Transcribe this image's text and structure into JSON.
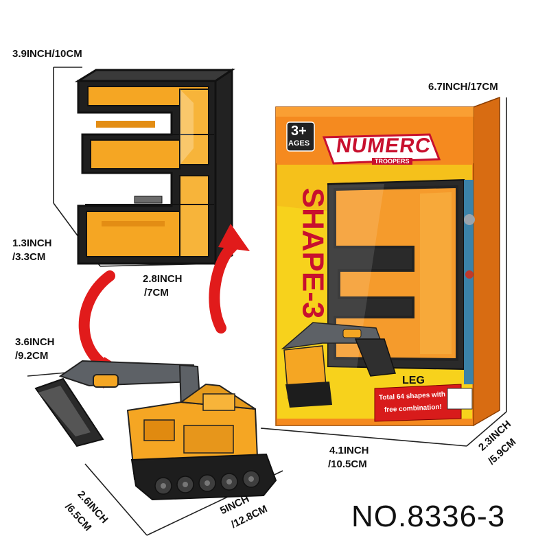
{
  "colors": {
    "toy_orange": "#f5a623",
    "toy_dark": "#2b2b2b",
    "box_orange": "#f58a1f",
    "box_yellow": "#f7d21c",
    "arrow_red": "#e11b1b",
    "brand_red": "#c8102e"
  },
  "dimensions": {
    "height_toy": "3.9INCH/10CM",
    "depth_toy_1": "1.3INCH",
    "depth_toy_2": "/3.3CM",
    "width_toy_1": "2.8INCH",
    "width_toy_2": "/7CM",
    "height_vehicle_1": "3.6INCH",
    "height_vehicle_2": "/9.2CM",
    "depth_vehicle_1": "2.6INCH",
    "depth_vehicle_2": "/6.5CM",
    "length_vehicle_1": "5INCH",
    "length_vehicle_2": "/12.8CM",
    "height_box": "6.7INCH/17CM",
    "width_box_1": "4.1INCH",
    "width_box_2": "/10.5CM",
    "depth_box_1": "2.3INCH",
    "depth_box_2": "/5.9CM"
  },
  "box": {
    "age_value": "3+",
    "age_label": "AGES",
    "brand": "NUMERC",
    "brand_sub": "TROOPERS",
    "side_text": "SHAPE-3",
    "digit": "3",
    "leg_label": "LEG",
    "promo_line1": "Total 64 shapes with",
    "promo_line2": "free combination!"
  },
  "product_number": "NO.8336-3"
}
